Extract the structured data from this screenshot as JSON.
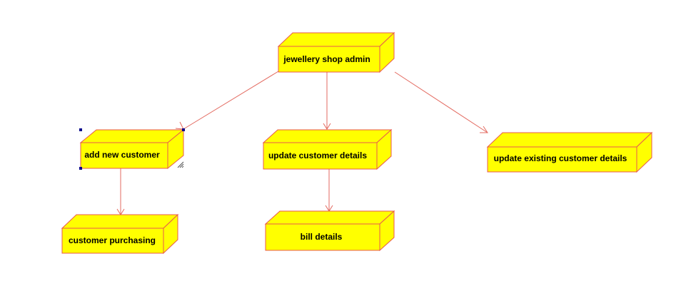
{
  "colors": {
    "node_fill": "#ffff00",
    "node_stroke": "#e8584e",
    "edge": "#e36a60",
    "text": "#000000",
    "selection_handle": "#00008b"
  },
  "nodes": [
    {
      "id": "admin",
      "label": "jewellery shop admin"
    },
    {
      "id": "add",
      "label": "add new customer"
    },
    {
      "id": "update",
      "label": "update customer details"
    },
    {
      "id": "existing",
      "label": "update existing customer details"
    },
    {
      "id": "purchasing",
      "label": "customer purchasing"
    },
    {
      "id": "bill",
      "label": "bill details"
    }
  ],
  "edges": [
    {
      "from": "admin",
      "to": "add"
    },
    {
      "from": "admin",
      "to": "update"
    },
    {
      "from": "admin",
      "to": "existing"
    },
    {
      "from": "add",
      "to": "purchasing"
    },
    {
      "from": "update",
      "to": "bill"
    }
  ],
  "selected_node": "add"
}
